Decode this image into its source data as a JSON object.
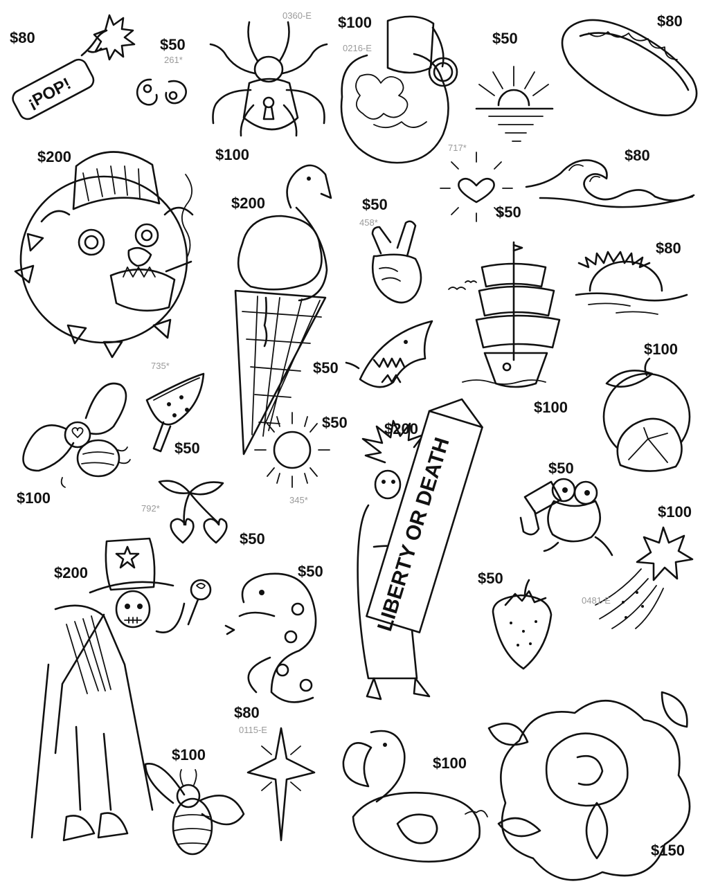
{
  "palette": {
    "ink": "#111111",
    "code_gray": "#9a9a9a",
    "paper": "#ffffff"
  },
  "flash": [
    {
      "name": "pop-firecracker",
      "price": "$80",
      "code": "",
      "lettering": "¡POP!"
    },
    {
      "name": "crab-zodiac",
      "price": "$50",
      "code": "261*",
      "lettering": ""
    },
    {
      "name": "lock-spider",
      "price": "$100",
      "code": "0360-E",
      "lettering": ""
    },
    {
      "name": "brain-grenade",
      "price": "$100",
      "code": "0216-E",
      "lettering": ""
    },
    {
      "name": "sunrise-horizon",
      "price": "$50",
      "code": "",
      "lettering": ""
    },
    {
      "name": "hot-dog",
      "price": "$80",
      "code": "",
      "lettering": ""
    },
    {
      "name": "bulldog-beanie",
      "price": "$200",
      "code": "",
      "lettering": ""
    },
    {
      "name": "flamingo-cone",
      "price": "$200",
      "code": "",
      "lettering": ""
    },
    {
      "name": "heart-sun",
      "price": "$50",
      "code": "717*",
      "lettering": ""
    },
    {
      "name": "great-wave",
      "price": "$80",
      "code": "",
      "lettering": ""
    },
    {
      "name": "peace-hand",
      "price": "$50",
      "code": "458*",
      "lettering": ""
    },
    {
      "name": "setting-sun",
      "price": "$80",
      "code": "",
      "lettering": ""
    },
    {
      "name": "shark",
      "price": "$50",
      "code": "",
      "lettering": ""
    },
    {
      "name": "ship",
      "price": "$100",
      "code": "",
      "lettering": ""
    },
    {
      "name": "orange",
      "price": "$100",
      "code": "",
      "lettering": ""
    },
    {
      "name": "watermelon-pop",
      "price": "$50",
      "code": "735*",
      "lettering": ""
    },
    {
      "name": "line-sun",
      "price": "$50",
      "code": "345*",
      "lettering": ""
    },
    {
      "name": "liberty-skeleton",
      "price": "$200",
      "code": "",
      "lettering": "LIBERTY OR DEATH"
    },
    {
      "name": "fly",
      "price": "$100",
      "code": "",
      "lettering": ""
    },
    {
      "name": "heart-cherries",
      "price": "$50",
      "code": "792*",
      "lettering": ""
    },
    {
      "name": "frog-drink",
      "price": "$50",
      "code": "",
      "lettering": ""
    },
    {
      "name": "shooting-star",
      "price": "$100",
      "code": "0481-E",
      "lettering": ""
    },
    {
      "name": "uncle-sam-skeleton",
      "price": "$200",
      "code": "",
      "lettering": ""
    },
    {
      "name": "snake",
      "price": "$50",
      "code": "",
      "lettering": ""
    },
    {
      "name": "strawberry",
      "price": "$50",
      "code": "",
      "lettering": ""
    },
    {
      "name": "north-star",
      "price": "$80",
      "code": "0115-E",
      "lettering": ""
    },
    {
      "name": "bumble-bee",
      "price": "$100",
      "code": "",
      "lettering": ""
    },
    {
      "name": "flamingo-float",
      "price": "$100",
      "code": "",
      "lettering": ""
    },
    {
      "name": "rose",
      "price": "$150",
      "code": "",
      "lettering": ""
    }
  ]
}
